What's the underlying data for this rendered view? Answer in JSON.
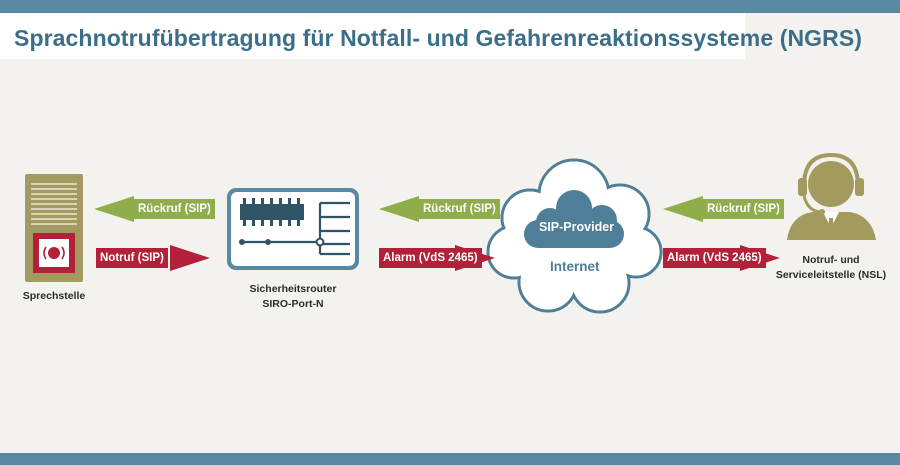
{
  "title": "Sprachnotrufübertragung für Notfall- und Gefahrenreaktionssysteme (NGRS)",
  "colors": {
    "band": "#5a8aa3",
    "title": "#3b6e88",
    "green": "#8fad4b",
    "red": "#b3203a",
    "olive": "#a39a5f",
    "cloud": "#4f7f98"
  },
  "nodes": {
    "sprechstelle": {
      "label": "Sprechstelle",
      "icon": "intercom-icon"
    },
    "router": {
      "label_line1": "Sicherheitsrouter",
      "label_line2": "SIRO-Port-N",
      "icon": "router-icon"
    },
    "provider": {
      "label": "SIP-Provider",
      "sublabel": "Internet",
      "icon": "cloud-icon"
    },
    "nsl": {
      "label_line1": "Notruf- und",
      "label_line2": "Serviceleitstelle (NSL)",
      "icon": "operator-headset-icon"
    }
  },
  "links": {
    "rueckruf_1": "Rückruf (SIP)",
    "notruf": "Notruf (SIP)",
    "rueckruf_2": "Rückruf (SIP)",
    "alarm_1": "Alarm (VdS 2465)",
    "rueckruf_3": "Rückruf (SIP)",
    "alarm_2": "Alarm (VdS 2465)"
  }
}
